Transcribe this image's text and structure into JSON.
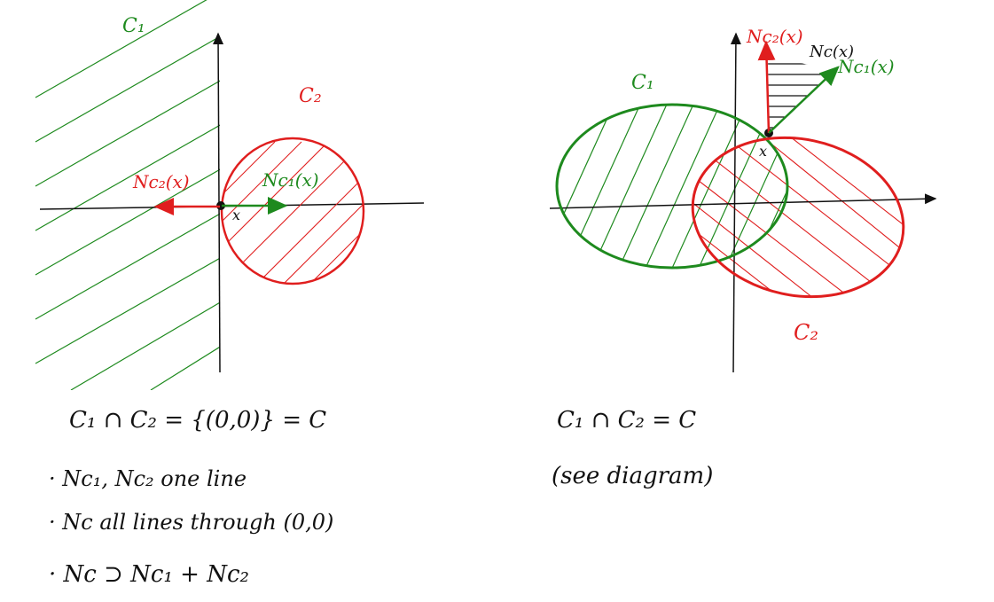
{
  "colors": {
    "ink": "#111111",
    "green": "#1e8a1e",
    "red": "#e01e1e"
  },
  "left": {
    "set1_label": "C₁",
    "set2_label": "C₂",
    "normal1_label": "Nc₁(x)",
    "normal2_label": "Nc₂(x)",
    "point_label": "x",
    "notes": [
      "C₁ ∩ C₂ = {(0,0)} = C",
      "· Nc₁, Nc₂ one line",
      "· Nc all lines through (0,0)",
      "· Nc ⊃ Nc₁ + Nc₂"
    ]
  },
  "right": {
    "set1_label": "C₁",
    "set2_label": "C₂",
    "normal1_label": "Nc₁(x)",
    "normal2_label": "Nc₂(x)",
    "cone_label": "Nc(x)",
    "point_label": "x",
    "notes": [
      "C₁ ∩ C₂ = C",
      "(see diagram)"
    ]
  }
}
